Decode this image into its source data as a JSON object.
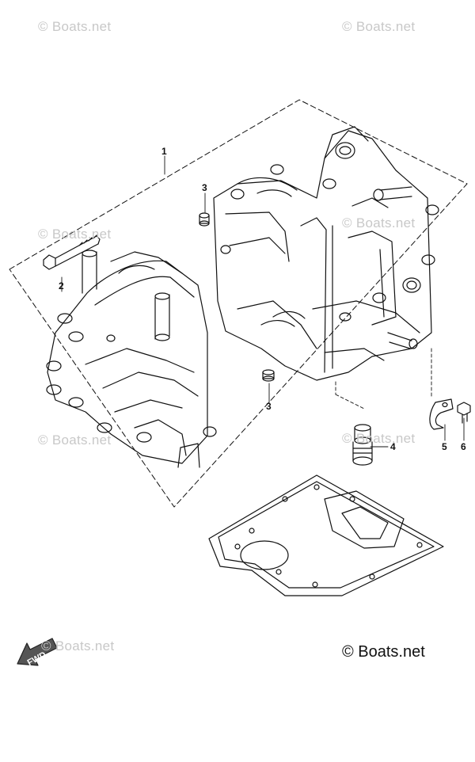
{
  "watermark": "© Boats.net",
  "copyright": "© Boats.net",
  "fwd_label": "FWD",
  "callouts": {
    "c1": "1",
    "c2": "2",
    "c3a": "3",
    "c3b": "3",
    "c4": "4",
    "c5": "5",
    "c6": "6"
  }
}
